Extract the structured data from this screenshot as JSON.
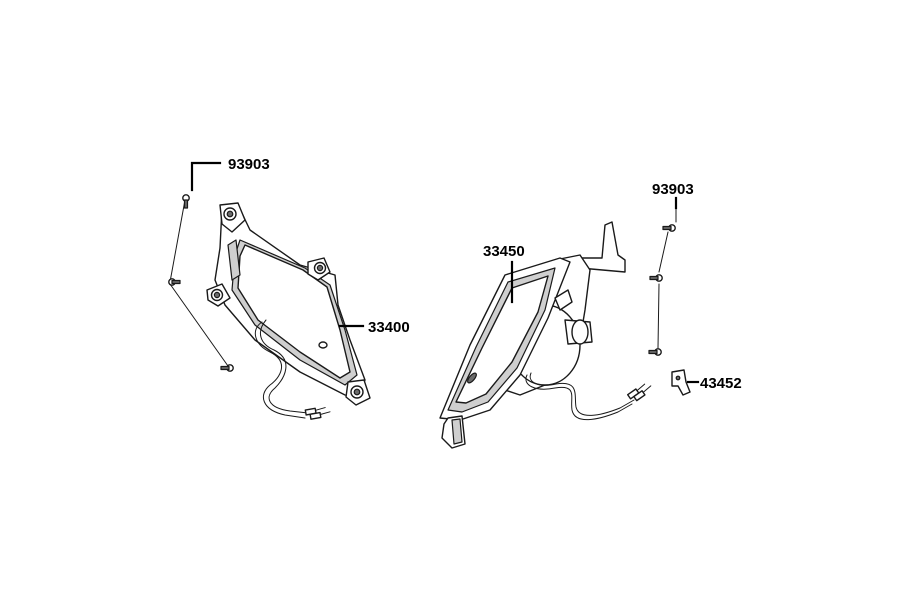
{
  "diagram": {
    "labels": {
      "screws_left": "93903",
      "lamp_left": "33400",
      "lamp_right": "33450",
      "screws_right": "93903",
      "bracket": "43452"
    },
    "colors": {
      "ink": "#1a1a1a",
      "background": "#ffffff",
      "shade": "#cfcfcf"
    }
  }
}
